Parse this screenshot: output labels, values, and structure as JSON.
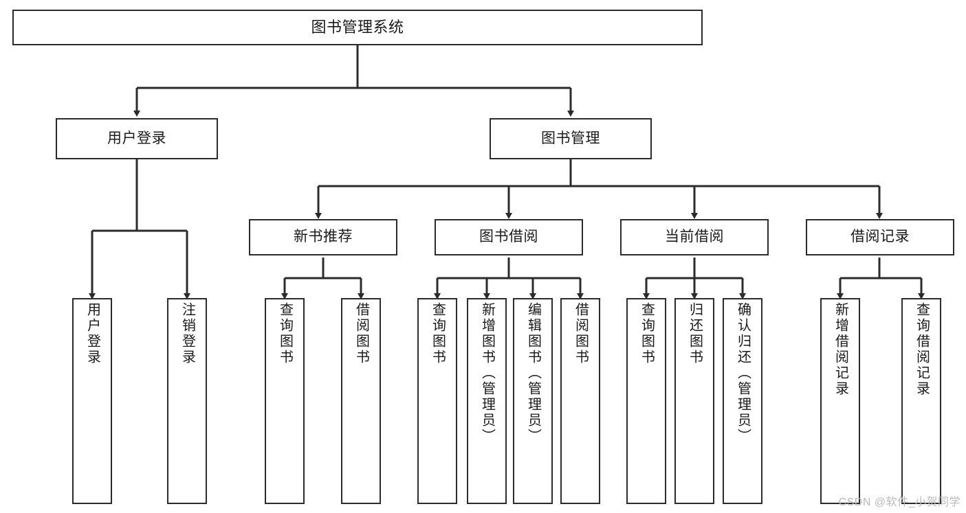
{
  "diagram": {
    "title": "图书管理系统",
    "watermark": "CSDN @软件_小贺同学",
    "colors": {
      "node_border": "#2b2b2b",
      "node_fill": "#ffffff",
      "edge": "#2b2b2b",
      "text": "#1a1a1a",
      "watermark": "#b9b9b9",
      "background": "#ffffff"
    },
    "nodes": {
      "root": {
        "label": "图书管理系统"
      },
      "level2": [
        {
          "id": "user-login",
          "label": "用户登录"
        },
        {
          "id": "book-management",
          "label": "图书管理"
        }
      ],
      "level3": [
        {
          "id": "new-book-recommend",
          "label": "新书推荐"
        },
        {
          "id": "book-borrow",
          "label": "图书借阅"
        },
        {
          "id": "current-borrow",
          "label": "当前借阅"
        },
        {
          "id": "borrow-record",
          "label": "借阅记录"
        }
      ],
      "leaves": [
        {
          "id": "leaf-user-login",
          "label": "用户登录",
          "parent": "user-login"
        },
        {
          "id": "leaf-logout-login",
          "label": "注销登录",
          "parent": "user-login"
        },
        {
          "id": "leaf-query-book-1",
          "label": "查询图书",
          "parent": "new-book-recommend"
        },
        {
          "id": "leaf-borrow-book-1",
          "label": "借阅图书",
          "parent": "new-book-recommend"
        },
        {
          "id": "leaf-query-book-2",
          "label": "查询图书",
          "parent": "book-borrow"
        },
        {
          "id": "leaf-add-book",
          "label": "新增图书（管理员）",
          "parent": "book-borrow"
        },
        {
          "id": "leaf-edit-book",
          "label": "编辑图书（管理员）",
          "parent": "book-borrow"
        },
        {
          "id": "leaf-borrow-book-2",
          "label": "借阅图书",
          "parent": "book-borrow"
        },
        {
          "id": "leaf-query-book-3",
          "label": "查询图书",
          "parent": "current-borrow"
        },
        {
          "id": "leaf-return-book",
          "label": "归还图书",
          "parent": "current-borrow"
        },
        {
          "id": "leaf-confirm-return",
          "label": "确认归还（管理员）",
          "parent": "current-borrow"
        },
        {
          "id": "leaf-add-record",
          "label": "新增借阅记录",
          "parent": "borrow-record"
        },
        {
          "id": "leaf-query-record",
          "label": "查询借阅记录",
          "parent": "borrow-record"
        }
      ]
    }
  }
}
